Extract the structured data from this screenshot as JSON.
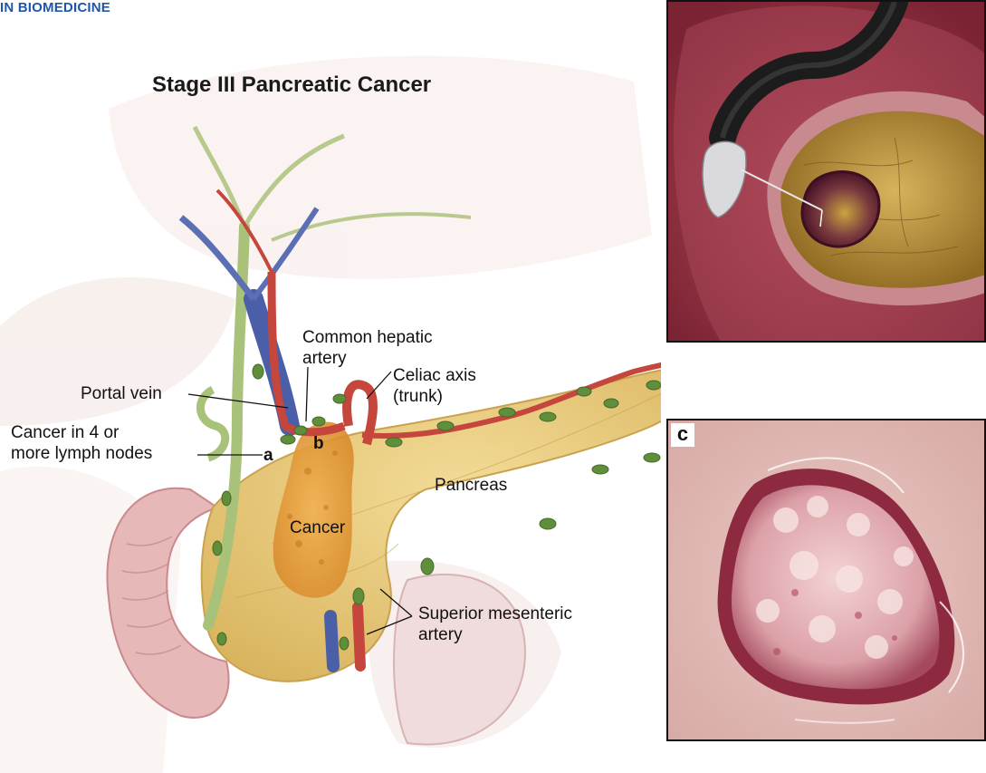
{
  "journal": "IN BIOMEDICINE",
  "title": "Stage III Pancreatic Cancer",
  "labels": {
    "common_hepatic_1": "Common hepatic",
    "common_hepatic_2": "artery",
    "celiac_1": "Celiac axis",
    "celiac_2": "(trunk)",
    "portal_vein": "Portal vein",
    "lymph_1": "Cancer in 4 or",
    "lymph_2": "more lymph nodes",
    "marker_a": "a",
    "marker_b": "b",
    "pancreas": "Pancreas",
    "cancer": "Cancer",
    "sma_1": "Superior mesenteric",
    "sma_2": "artery",
    "panel_c": "c"
  },
  "colors": {
    "pancreas": "#e9cc7c",
    "tumor": "#e59a3a",
    "artery": "#c4463c",
    "vein": "#4a5fa8",
    "bile_duct": "#a9c27a",
    "lymph_node": "#5f8f3a",
    "stomach_wall": "#c87e86",
    "journal_blue": "#1f56a8"
  }
}
